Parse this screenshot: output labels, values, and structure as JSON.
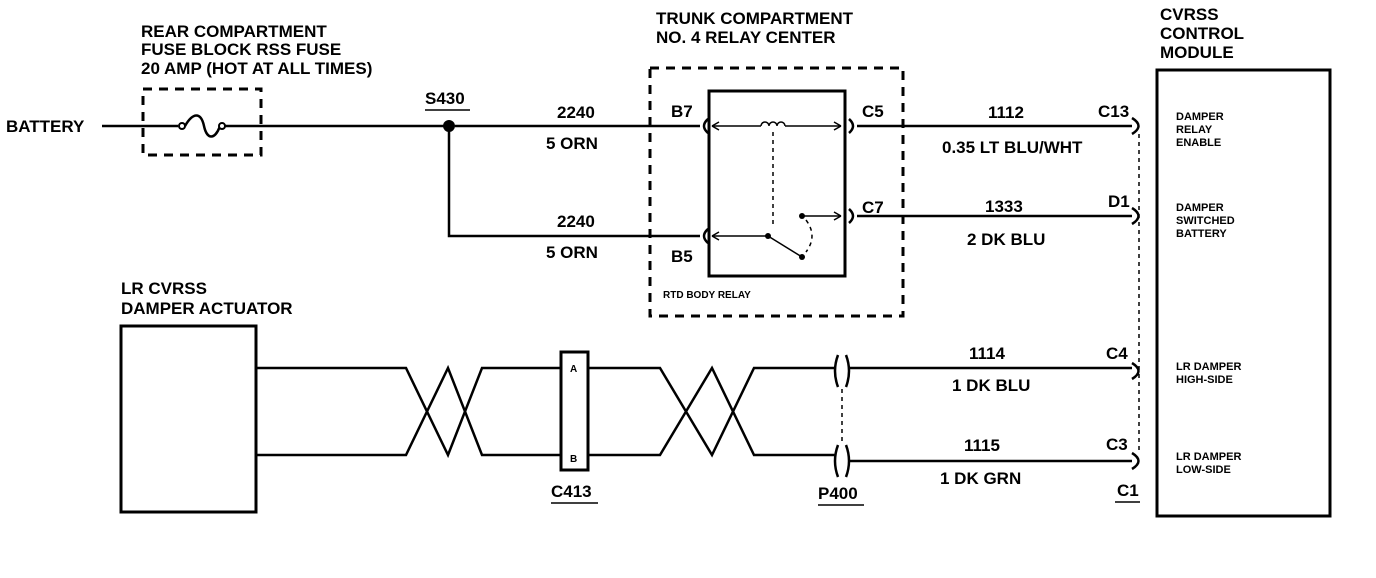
{
  "labels": {
    "battery": "BATTERY",
    "fuse_block_line1": "REAR COMPARTMENT",
    "fuse_block_line2": "FUSE BLOCK RSS FUSE",
    "fuse_block_line3": "20 AMP (HOT AT ALL TIMES)",
    "splice": "S430",
    "relay_center_line1": "TRUNK COMPARTMENT",
    "relay_center_line2": "NO. 4 RELAY CENTER",
    "relay_name": "RTD BODY RELAY",
    "module_line1": "CVRSS",
    "module_line2": "CONTROL",
    "module_line3": "MODULE",
    "actuator_line1": "LR CVRSS",
    "actuator_line2": "DAMPER ACTUATOR",
    "connector_c413": "C413",
    "connector_p400": "P400",
    "c413_pin_a": "A",
    "c413_pin_b": "B"
  },
  "wires": [
    {
      "circuit": "2240",
      "desc": "5 ORN"
    },
    {
      "circuit": "2240",
      "desc": "5 ORN"
    },
    {
      "circuit": "1112",
      "desc": "0.35 LT BLU/WHT"
    },
    {
      "circuit": "1333",
      "desc": "2 DK BLU"
    },
    {
      "circuit": "1114",
      "desc": "1 DK BLU"
    },
    {
      "circuit": "1115",
      "desc": "1 DK GRN"
    }
  ],
  "relay_pins": {
    "b7": "B7",
    "b5": "B5",
    "c5": "C5",
    "c7": "C7"
  },
  "module_pins": {
    "c13": "C13",
    "d1": "D1",
    "c4": "C4",
    "c3": "C3",
    "c1": "C1"
  },
  "module_functions": {
    "enable_1": "DAMPER",
    "enable_2": "RELAY",
    "enable_3": "ENABLE",
    "switched_1": "DAMPER",
    "switched_2": "SWITCHED",
    "switched_3": "BATTERY",
    "high_1": "LR DAMPER",
    "high_2": "HIGH-SIDE",
    "low_1": "LR DAMPER",
    "low_2": "LOW-SIDE"
  }
}
